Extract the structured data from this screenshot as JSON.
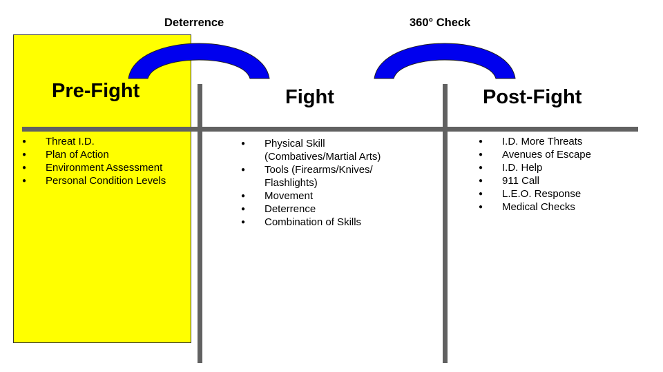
{
  "colors": {
    "highlight": "#ffff00",
    "arc": "#0000ee",
    "divider": "#616161"
  },
  "connectors": [
    {
      "label": "Deterrence"
    },
    {
      "label": "360° Check"
    }
  ],
  "columns": [
    {
      "title": "Pre-Fight",
      "items": [
        "Threat I.D.",
        "Plan of Action",
        "Environment Assessment",
        "Personal Condition Levels"
      ]
    },
    {
      "title": "Fight",
      "items": [
        "Physical Skill (Combatives/Martial Arts)",
        "Tools (Firearms/Knives/ Flashlights)",
        "Movement",
        "Deterrence",
        "Combination of Skills"
      ]
    },
    {
      "title": "Post-Fight",
      "items": [
        "I.D. More Threats",
        "Avenues of Escape",
        "I.D. Help",
        "911 Call",
        "L.E.O. Response",
        "Medical Checks"
      ]
    }
  ]
}
